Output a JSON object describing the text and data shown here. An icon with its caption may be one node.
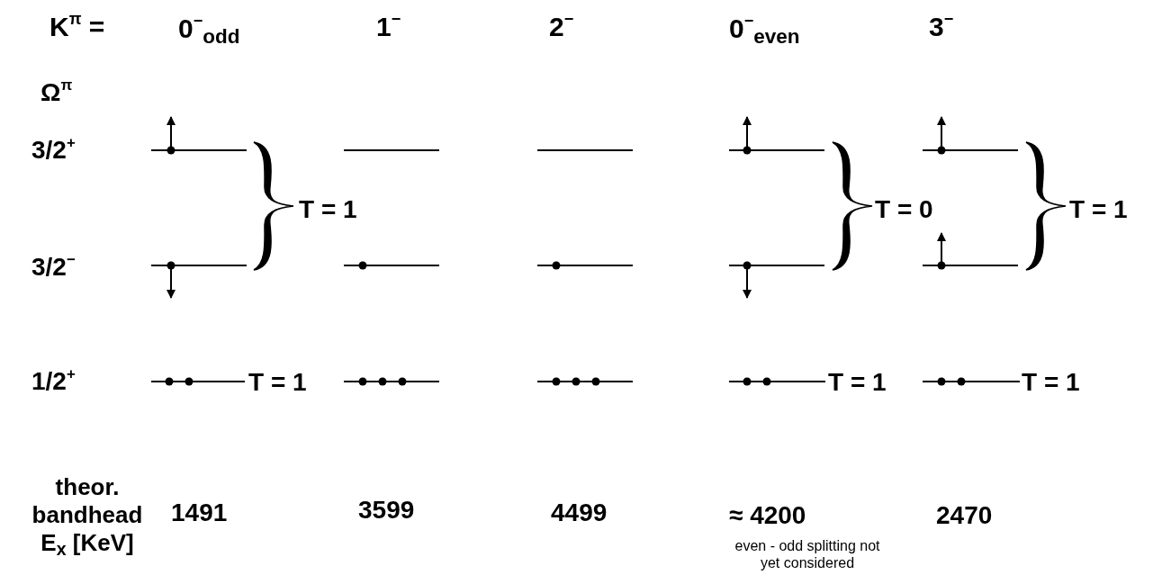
{
  "diagram": {
    "labels": [
      "K$^{π}$ =",
      "0$^{−}$$_{odd}$",
      "1$^{−}$",
      "2$^{−}$",
      "0$^{−}$$_{even}$",
      "3$^{−}$",
      "Ω$^{π}$",
      "3/2$^{+}$",
      "T = 1",
      "T = 0",
      "T = 1",
      "3/2$^{−}$",
      "1/2$^{+}$",
      "T = 1",
      "T = 1",
      "T = 1",
      "theor. bandhead E$_{x}$ [KeV]",
      "1491",
      "3599",
      "4499",
      "≈ 4200",
      "2470",
      "even - odd splitting not yet considered"
    ]
  }
}
